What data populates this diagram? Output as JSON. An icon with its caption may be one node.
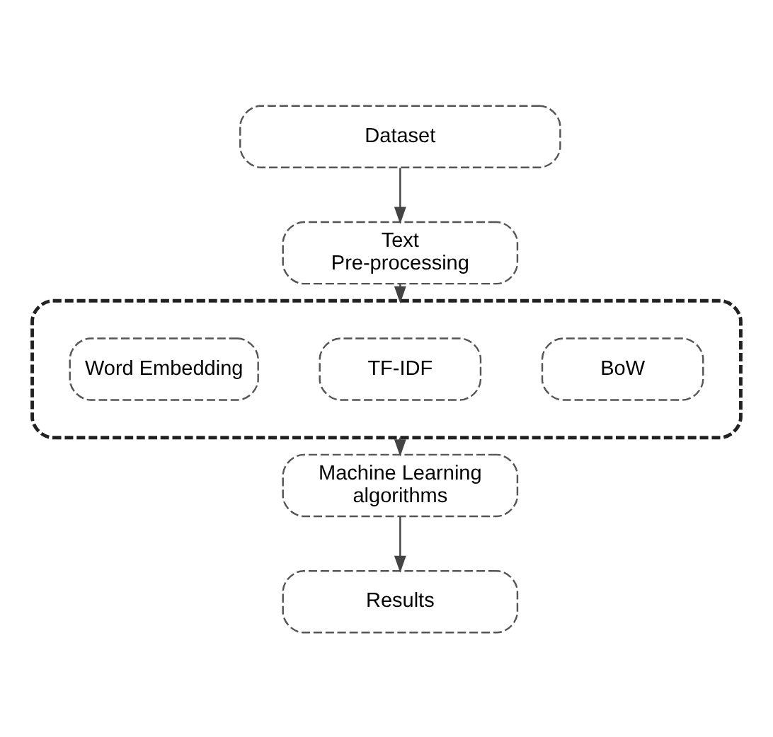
{
  "diagram": {
    "nodes": [
      {
        "text": [
          "Dataset"
        ]
      },
      {
        "text": [
          "Text Pre-processing"
        ]
      },
      {
        "text": [],
        "shape": "box"
      },
      {
        "text": [
          "BoW"
        ],
        "in": 2
      },
      {
        "text": [
          "TF-IDF"
        ],
        "in": 2
      },
      {
        "text": [
          "Word Embedding"
        ],
        "in": 2
      },
      {
        "text": [
          "Machine Learning algorithms"
        ]
      },
      {
        "text": [
          "Results"
        ]
      }
    ],
    "edges": [
      {
        "from": 0,
        "to": 1,
        "arrow": "to"
      },
      {
        "from": 1,
        "to": 2,
        "arrow": "to"
      },
      {
        "from": 2,
        "to": 6,
        "arrow": "to"
      },
      {
        "from": 6,
        "to": 7,
        "arrow": "to"
      }
    ]
  }
}
